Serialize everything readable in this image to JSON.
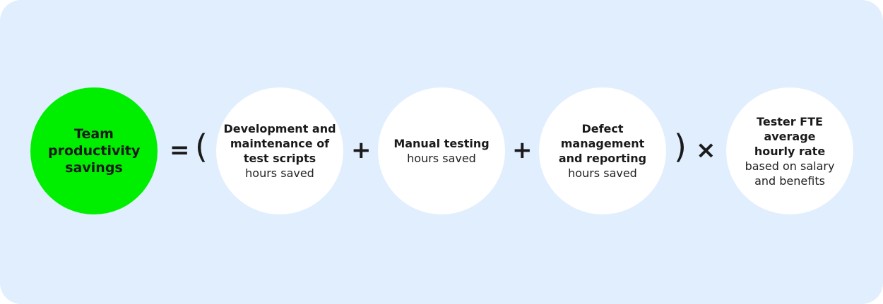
{
  "colors": {
    "background": "#e0eefe",
    "result_circle": "#00ee00",
    "term_circle": "#ffffff"
  },
  "result": {
    "label": "Team productivity savings"
  },
  "operators": {
    "equals": "=",
    "open_paren": "(",
    "plus1": "+",
    "plus2": "+",
    "close_paren": ")",
    "times": "×"
  },
  "terms": [
    {
      "bold": "Development and maintenance of test scripts",
      "sub": "hours saved"
    },
    {
      "bold": "Manual testing",
      "sub": "hours saved"
    },
    {
      "bold": "Defect management and reporting",
      "sub": "hours saved"
    },
    {
      "bold": "Tester FTE average hourly rate",
      "sub": "based on salary and benefits"
    }
  ]
}
